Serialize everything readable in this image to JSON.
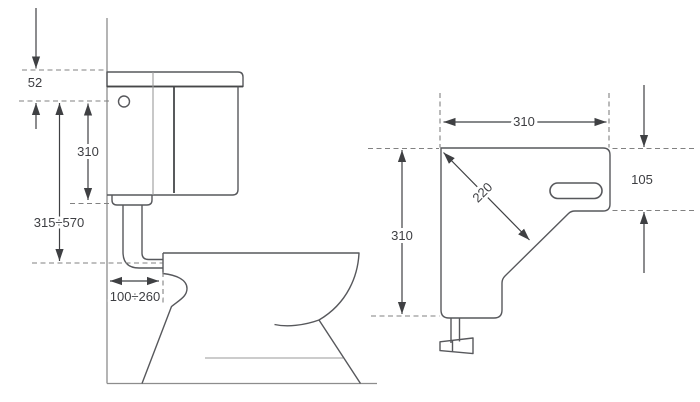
{
  "diagram": {
    "kind": "toilet-cistern-installation-drawing",
    "toilet_side_view": {
      "dim_top_offset": "52",
      "dim_cistern_height": "310",
      "dim_flush_pipe_height_range": "315÷570",
      "dim_wall_to_bowl_range": "100÷260"
    },
    "cistern_profile_view": {
      "dim_width": "310",
      "dim_height": "310",
      "dim_right_depth": "105",
      "dim_diagonal": "220"
    },
    "colors": {
      "outline": "#57585c",
      "dimension": "#3f4043",
      "text": "#3d3e42",
      "dashed_reference": "#818181",
      "light_detail": "#9a9a9a",
      "wall_floor": "#8d8d8d",
      "background": "#ffffff"
    }
  }
}
